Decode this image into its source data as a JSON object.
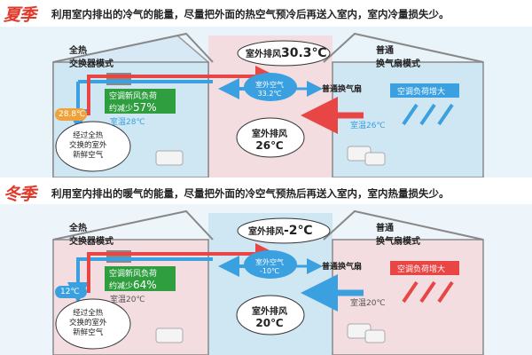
{
  "summer": {
    "season": "夏季",
    "description": "利用室内排出的冷气的能量，尽量把外面的热空气预冷后再送入室内，室内冷量损失少。",
    "full_exchanger_label_1": "全热",
    "full_exchanger_label_2": "交换器模式",
    "ventilation_fan_label_1": "普通",
    "ventilation_fan_label_2": "换气扇模式",
    "exhaust_top_prefix": "室外排风",
    "exhaust_top_value": "30.3℃",
    "outdoor_air_1": "室外空气",
    "outdoor_air_2": "33.2℃",
    "normal_fan": "普通换气扇",
    "reduce_line_1": "空调新风负荷",
    "reduce_line_2_prefix": "约减少",
    "reduce_line_2_value": "57%",
    "supply_temp": "28.8℃",
    "room_temp_left": "室温28℃",
    "room_temp_right": "室温26℃",
    "exchanged_1": "经过全热",
    "exchanged_2": "交换的室外",
    "exchanged_3": "新鲜空气",
    "exhaust_bottom_1": "室外排风",
    "exhaust_bottom_2": "26℃",
    "load_increase": "空调负荷增大"
  },
  "winter": {
    "season": "冬季",
    "description": "利用室内排出的暖气的能量，尽量把外面的冷空气预热后再送入室内，室内热量损失少。",
    "full_exchanger_label_1": "全热",
    "full_exchanger_label_2": "交换器模式",
    "ventilation_fan_label_1": "普通",
    "ventilation_fan_label_2": "换气扇模式",
    "exhaust_top_prefix": "室外排风",
    "exhaust_top_value": "-2℃",
    "outdoor_air_1": "室外空气",
    "outdoor_air_2": "-10℃",
    "normal_fan": "普通换气扇",
    "reduce_line_1": "空调新风负荷",
    "reduce_line_2_prefix": "约减少",
    "reduce_line_2_value": "64%",
    "supply_temp": "12℃",
    "room_temp_left": "室温20℃",
    "room_temp_right": "室温20℃",
    "exchanged_1": "经过全热",
    "exchanged_2": "交换的室外",
    "exchanged_3": "新鲜空气",
    "exhaust_bottom_1": "室外排风",
    "exhaust_bottom_2": "20℃",
    "load_increase": "空调负荷增大"
  },
  "colors": {
    "title_red": "#e2382a",
    "green_box": "#2e9e3f",
    "blue_arrow": "#3aa0e0",
    "red_arrow": "#e84545",
    "left_room_summer": "#cfe6f3",
    "right_room_summer": "#cfe6f3",
    "middle_warm": "#f3dde0",
    "left_room_winter": "#f3dde0",
    "right_room_winter": "#f3dde0",
    "middle_cold": "#cfe6f3",
    "outdoor_blue": "#bcd9ec"
  }
}
